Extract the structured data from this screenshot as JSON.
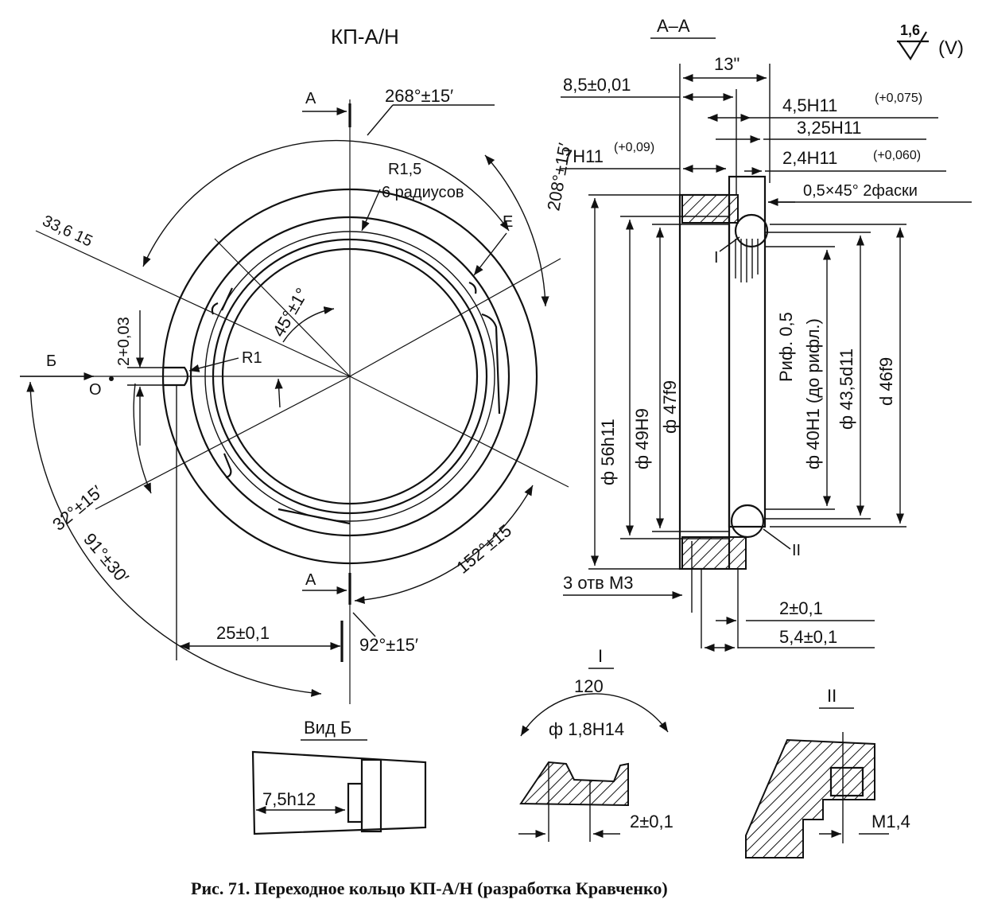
{
  "title": "КП-А/Н",
  "roughness": {
    "value": "1,6",
    "suffix": "(V)"
  },
  "front_view": {
    "section_marks": [
      "А",
      "А"
    ],
    "view_mark": "Б",
    "point_o": "O",
    "labels": {
      "angle_top": "268°±15′",
      "r15": "R1,5",
      "six_radii": "6 радиусов",
      "e": "E",
      "angle_208": "208°±15′",
      "dim_336": "33,6 15",
      "dim_2003": "2+0,03",
      "angle_45": "45°±1°",
      "r1": "R1",
      "angle_32": "32°±15′",
      "angle_91": "91°±30′",
      "angle_152": "152°±15",
      "dim_25": "25±0,1",
      "angle_92": "92°±15′"
    }
  },
  "section_view": {
    "title": "А–А",
    "labels": {
      "d13": "13\"",
      "d85": "8,5±0,01",
      "d45": "4,5H11",
      "d45_tol": "(+0,075)",
      "d325": "3,25H11",
      "d7": "7H11",
      "d7_tol": "(+0,09)",
      "d24": "2,4H11",
      "d24_tol": "(+0,060)",
      "chamfer": "0,5×45° 2фаски",
      "mark_i": "I",
      "mark_ii": "II",
      "d56": "ф 56h11",
      "d49": "ф 49H9",
      "d47": "ф 47f9",
      "rif": "Риф. 0,5",
      "d40": "ф 40H1 (до рифл.)",
      "d435": "ф 43,5d11",
      "d46": "d 46f9",
      "holes": "3 отв М3",
      "d2": "2±0,1",
      "d54": "5,4±0,1"
    }
  },
  "view_b": {
    "title": "Вид Б",
    "dim": "7,5h12"
  },
  "detail_i": {
    "title": "I",
    "angle": "120",
    "dim_d": "ф 1,8H14",
    "dim_2": "2±0,1"
  },
  "detail_ii": {
    "title": "II",
    "thread": "M1,4"
  },
  "caption": "Рис. 71. Переходное кольцо КП-А/Н (разработка Кравченко)"
}
